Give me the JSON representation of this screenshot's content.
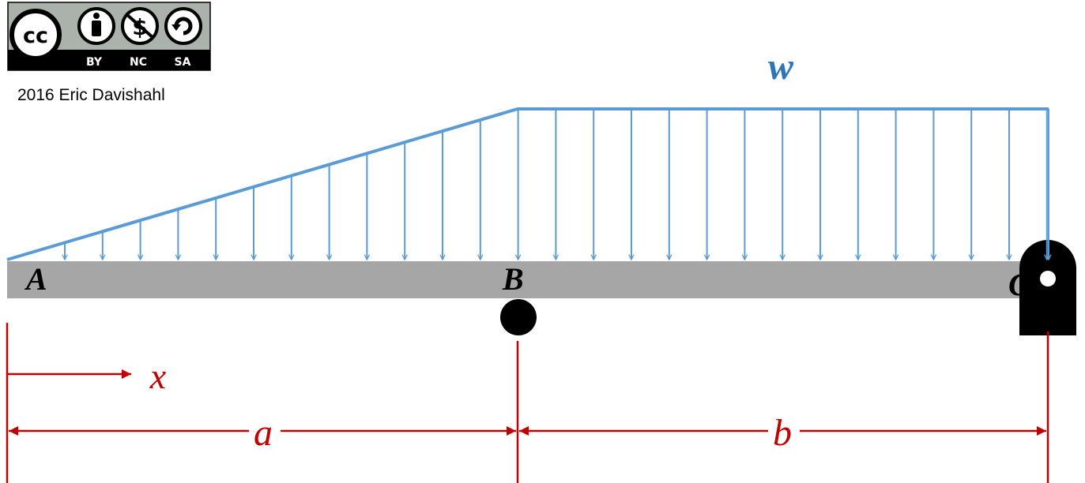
{
  "license_badge": {
    "cc": "cc",
    "by": "BY",
    "nc": "NC",
    "sa": "SA"
  },
  "credit": "2016 Eric Davishahl",
  "labels": {
    "load": "w",
    "point_a": "A",
    "point_b": "B",
    "point_c": "C",
    "x_axis": "x",
    "dim_a": "a",
    "dim_b": "b"
  },
  "colors": {
    "load": "#5b9bd5",
    "load_label": "#2e75b6",
    "dimension": "#c00000",
    "beam": "#a6a6a6",
    "support": "#000000"
  },
  "supports": {
    "B": "roller-icon",
    "C": "pin-icon"
  }
}
